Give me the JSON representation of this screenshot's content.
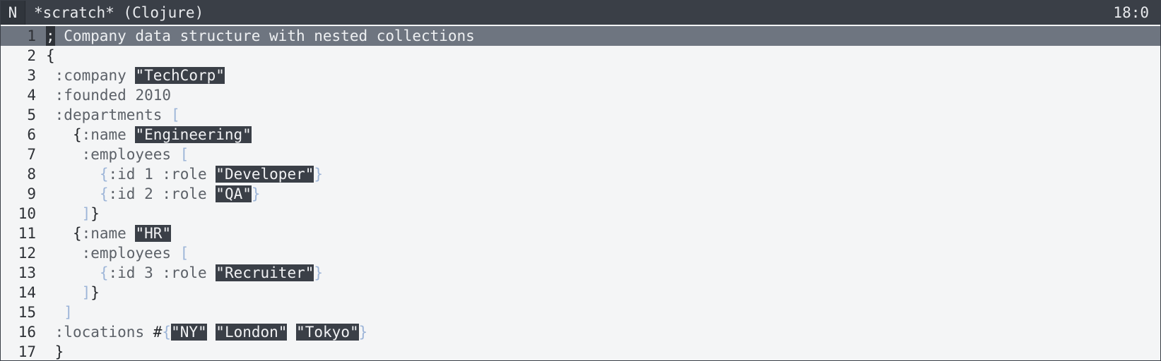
{
  "titlebar": {
    "mode": "N",
    "buffer_title": "*scratch* (Clojure)",
    "position": "18:0"
  },
  "lines": [
    {
      "n": "1",
      "tokens": [
        {
          "t": "cursor",
          "v": ";"
        },
        {
          "t": "comment",
          "v": " Company data structure with nested collections"
        }
      ]
    },
    {
      "n": "2",
      "tokens": [
        {
          "t": "brk-cur",
          "v": "{"
        }
      ]
    },
    {
      "n": "3",
      "tokens": [
        {
          "t": "plain",
          "v": " "
        },
        {
          "t": "kw",
          "v": ":company"
        },
        {
          "t": "plain",
          "v": " "
        },
        {
          "t": "str",
          "v": "\"TechCorp\""
        }
      ]
    },
    {
      "n": "4",
      "tokens": [
        {
          "t": "plain",
          "v": " "
        },
        {
          "t": "kw",
          "v": ":founded"
        },
        {
          "t": "plain",
          "v": " "
        },
        {
          "t": "num",
          "v": "2010"
        }
      ]
    },
    {
      "n": "5",
      "tokens": [
        {
          "t": "plain",
          "v": " "
        },
        {
          "t": "kw",
          "v": ":departments"
        },
        {
          "t": "plain",
          "v": " "
        },
        {
          "t": "brk-sq",
          "v": "["
        }
      ]
    },
    {
      "n": "6",
      "tokens": [
        {
          "t": "plain",
          "v": "   "
        },
        {
          "t": "brk-cur",
          "v": "{"
        },
        {
          "t": "kw",
          "v": ":name"
        },
        {
          "t": "plain",
          "v": " "
        },
        {
          "t": "str",
          "v": "\"Engineering\""
        }
      ]
    },
    {
      "n": "7",
      "tokens": [
        {
          "t": "plain",
          "v": "    "
        },
        {
          "t": "kw",
          "v": ":employees"
        },
        {
          "t": "plain",
          "v": " "
        },
        {
          "t": "brk-sq",
          "v": "["
        }
      ]
    },
    {
      "n": "8",
      "tokens": [
        {
          "t": "plain",
          "v": "      "
        },
        {
          "t": "brk-set",
          "v": "{"
        },
        {
          "t": "kw",
          "v": ":id"
        },
        {
          "t": "plain",
          "v": " "
        },
        {
          "t": "num",
          "v": "1"
        },
        {
          "t": "plain",
          "v": " "
        },
        {
          "t": "kw",
          "v": ":role"
        },
        {
          "t": "plain",
          "v": " "
        },
        {
          "t": "str",
          "v": "\"Developer\""
        },
        {
          "t": "brk-set",
          "v": "}"
        }
      ]
    },
    {
      "n": "9",
      "tokens": [
        {
          "t": "plain",
          "v": "      "
        },
        {
          "t": "brk-set",
          "v": "{"
        },
        {
          "t": "kw",
          "v": ":id"
        },
        {
          "t": "plain",
          "v": " "
        },
        {
          "t": "num",
          "v": "2"
        },
        {
          "t": "plain",
          "v": " "
        },
        {
          "t": "kw",
          "v": ":role"
        },
        {
          "t": "plain",
          "v": " "
        },
        {
          "t": "str",
          "v": "\"QA\""
        },
        {
          "t": "brk-set",
          "v": "}"
        }
      ]
    },
    {
      "n": "10",
      "tokens": [
        {
          "t": "plain",
          "v": "    "
        },
        {
          "t": "brk-sq",
          "v": "]"
        },
        {
          "t": "brk-cur",
          "v": "}"
        }
      ]
    },
    {
      "n": "11",
      "tokens": [
        {
          "t": "plain",
          "v": "   "
        },
        {
          "t": "brk-cur",
          "v": "{"
        },
        {
          "t": "kw",
          "v": ":name"
        },
        {
          "t": "plain",
          "v": " "
        },
        {
          "t": "str",
          "v": "\"HR\""
        }
      ]
    },
    {
      "n": "12",
      "tokens": [
        {
          "t": "plain",
          "v": "    "
        },
        {
          "t": "kw",
          "v": ":employees"
        },
        {
          "t": "plain",
          "v": " "
        },
        {
          "t": "brk-sq",
          "v": "["
        }
      ]
    },
    {
      "n": "13",
      "tokens": [
        {
          "t": "plain",
          "v": "      "
        },
        {
          "t": "brk-set",
          "v": "{"
        },
        {
          "t": "kw",
          "v": ":id"
        },
        {
          "t": "plain",
          "v": " "
        },
        {
          "t": "num",
          "v": "3"
        },
        {
          "t": "plain",
          "v": " "
        },
        {
          "t": "kw",
          "v": ":role"
        },
        {
          "t": "plain",
          "v": " "
        },
        {
          "t": "str",
          "v": "\"Recruiter\""
        },
        {
          "t": "brk-set",
          "v": "}"
        }
      ]
    },
    {
      "n": "14",
      "tokens": [
        {
          "t": "plain",
          "v": "    "
        },
        {
          "t": "brk-sq",
          "v": "]"
        },
        {
          "t": "brk-cur",
          "v": "}"
        }
      ]
    },
    {
      "n": "15",
      "tokens": [
        {
          "t": "plain",
          "v": "  "
        },
        {
          "t": "brk-sq",
          "v": "]"
        }
      ]
    },
    {
      "n": "16",
      "tokens": [
        {
          "t": "plain",
          "v": " "
        },
        {
          "t": "kw",
          "v": ":locations"
        },
        {
          "t": "plain",
          "v": " "
        },
        {
          "t": "hash",
          "v": "#"
        },
        {
          "t": "brk-set",
          "v": "{"
        },
        {
          "t": "str",
          "v": "\"NY\""
        },
        {
          "t": "plain",
          "v": " "
        },
        {
          "t": "str",
          "v": "\"London\""
        },
        {
          "t": "plain",
          "v": " "
        },
        {
          "t": "str",
          "v": "\"Tokyo\""
        },
        {
          "t": "brk-set",
          "v": "}"
        }
      ]
    },
    {
      "n": "17",
      "tokens": [
        {
          "t": "plain",
          "v": " "
        },
        {
          "t": "brk-cur",
          "v": "}"
        }
      ]
    }
  ],
  "current_line": "1",
  "colors": {
    "titlebar_bg": "#3a3f47",
    "editor_bg": "#f4f5f6",
    "current_line_bg": "#6e7580",
    "string_bg": "#3a3f47",
    "bracket_accent": "#9db5d8"
  }
}
